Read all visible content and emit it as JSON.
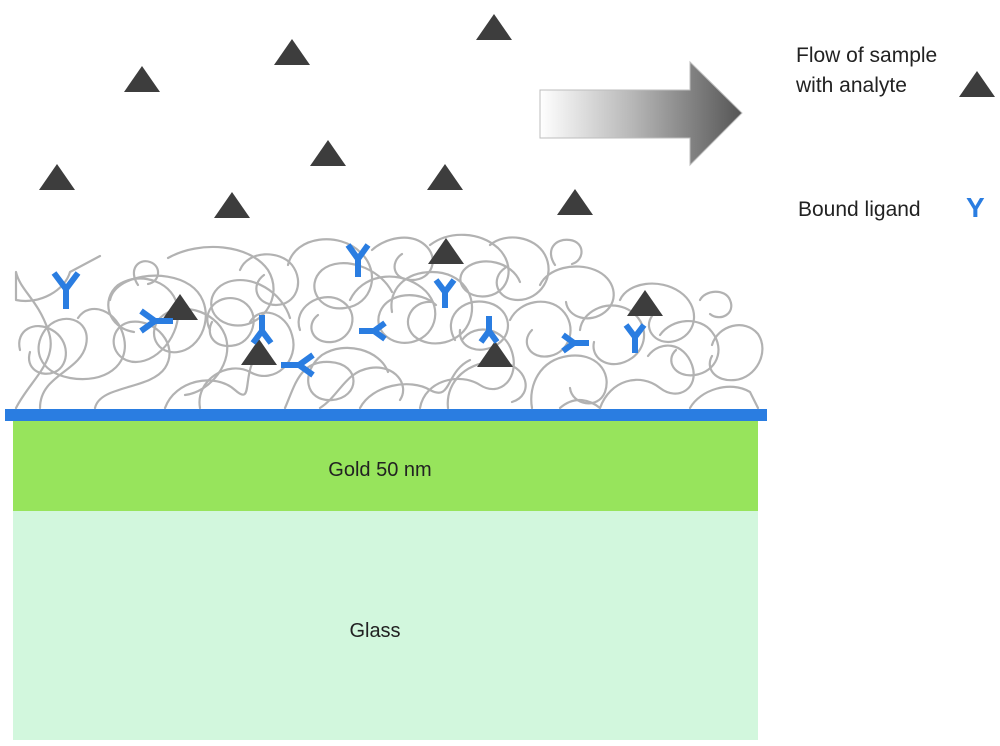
{
  "diagram": {
    "legend": {
      "flow_label_line1": "Flow of sample",
      "flow_label_line2": "with analyte",
      "ligand_label": "Bound ligand",
      "ligand_glyph": "Y"
    },
    "layers": {
      "gold_label": "Gold 50 nm",
      "glass_label": "Glass"
    },
    "colors": {
      "analyte": "#3d3d3d",
      "ligand": "#2a7de1",
      "gold": "#97e45c",
      "glass": "#d2f7dd",
      "surface_line": "#2a7de1",
      "polymer": "#b2b2b2"
    }
  }
}
